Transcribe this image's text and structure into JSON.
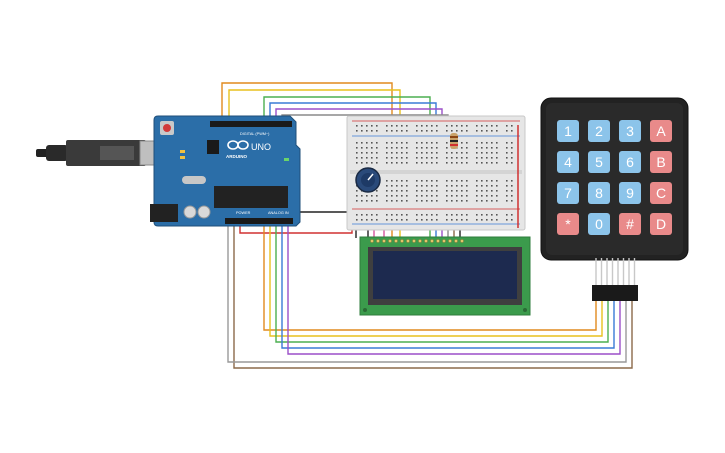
{
  "arduino": {
    "logo_text": "ARDUINO",
    "model_text": "UNO",
    "digital_label": "DIGITAL (PWM~)",
    "power_label": "POWER",
    "analog_label": "ANALOG IN"
  },
  "keypad": {
    "keys": [
      {
        "label": "1",
        "type": "num"
      },
      {
        "label": "2",
        "type": "num"
      },
      {
        "label": "3",
        "type": "num"
      },
      {
        "label": "A",
        "type": "letter"
      },
      {
        "label": "4",
        "type": "num"
      },
      {
        "label": "5",
        "type": "num"
      },
      {
        "label": "6",
        "type": "num"
      },
      {
        "label": "B",
        "type": "letter"
      },
      {
        "label": "7",
        "type": "num"
      },
      {
        "label": "8",
        "type": "num"
      },
      {
        "label": "9",
        "type": "num"
      },
      {
        "label": "C",
        "type": "letter"
      },
      {
        "label": "*",
        "type": "letter"
      },
      {
        "label": "0",
        "type": "num"
      },
      {
        "label": "#",
        "type": "letter"
      },
      {
        "label": "D",
        "type": "letter"
      }
    ]
  },
  "colors": {
    "board_blue": "#2b6ea8",
    "key_blue": "#8cc4ea",
    "key_red": "#e98a8a",
    "lcd_green": "#3b9b4c",
    "lcd_screen": "#1d2a4f",
    "wire_orange": "#e08a1e",
    "wire_yellow": "#e8c11f",
    "wire_green": "#4caf50",
    "wire_blue": "#3a7bd5",
    "wire_purple": "#9b4fc9",
    "wire_brown": "#8b6a4a",
    "wire_red": "#d03030",
    "wire_black": "#222222",
    "wire_pink": "#d455a0"
  },
  "icons": [
    "usb-cable-icon",
    "potentiometer-icon",
    "resistor-icon"
  ]
}
